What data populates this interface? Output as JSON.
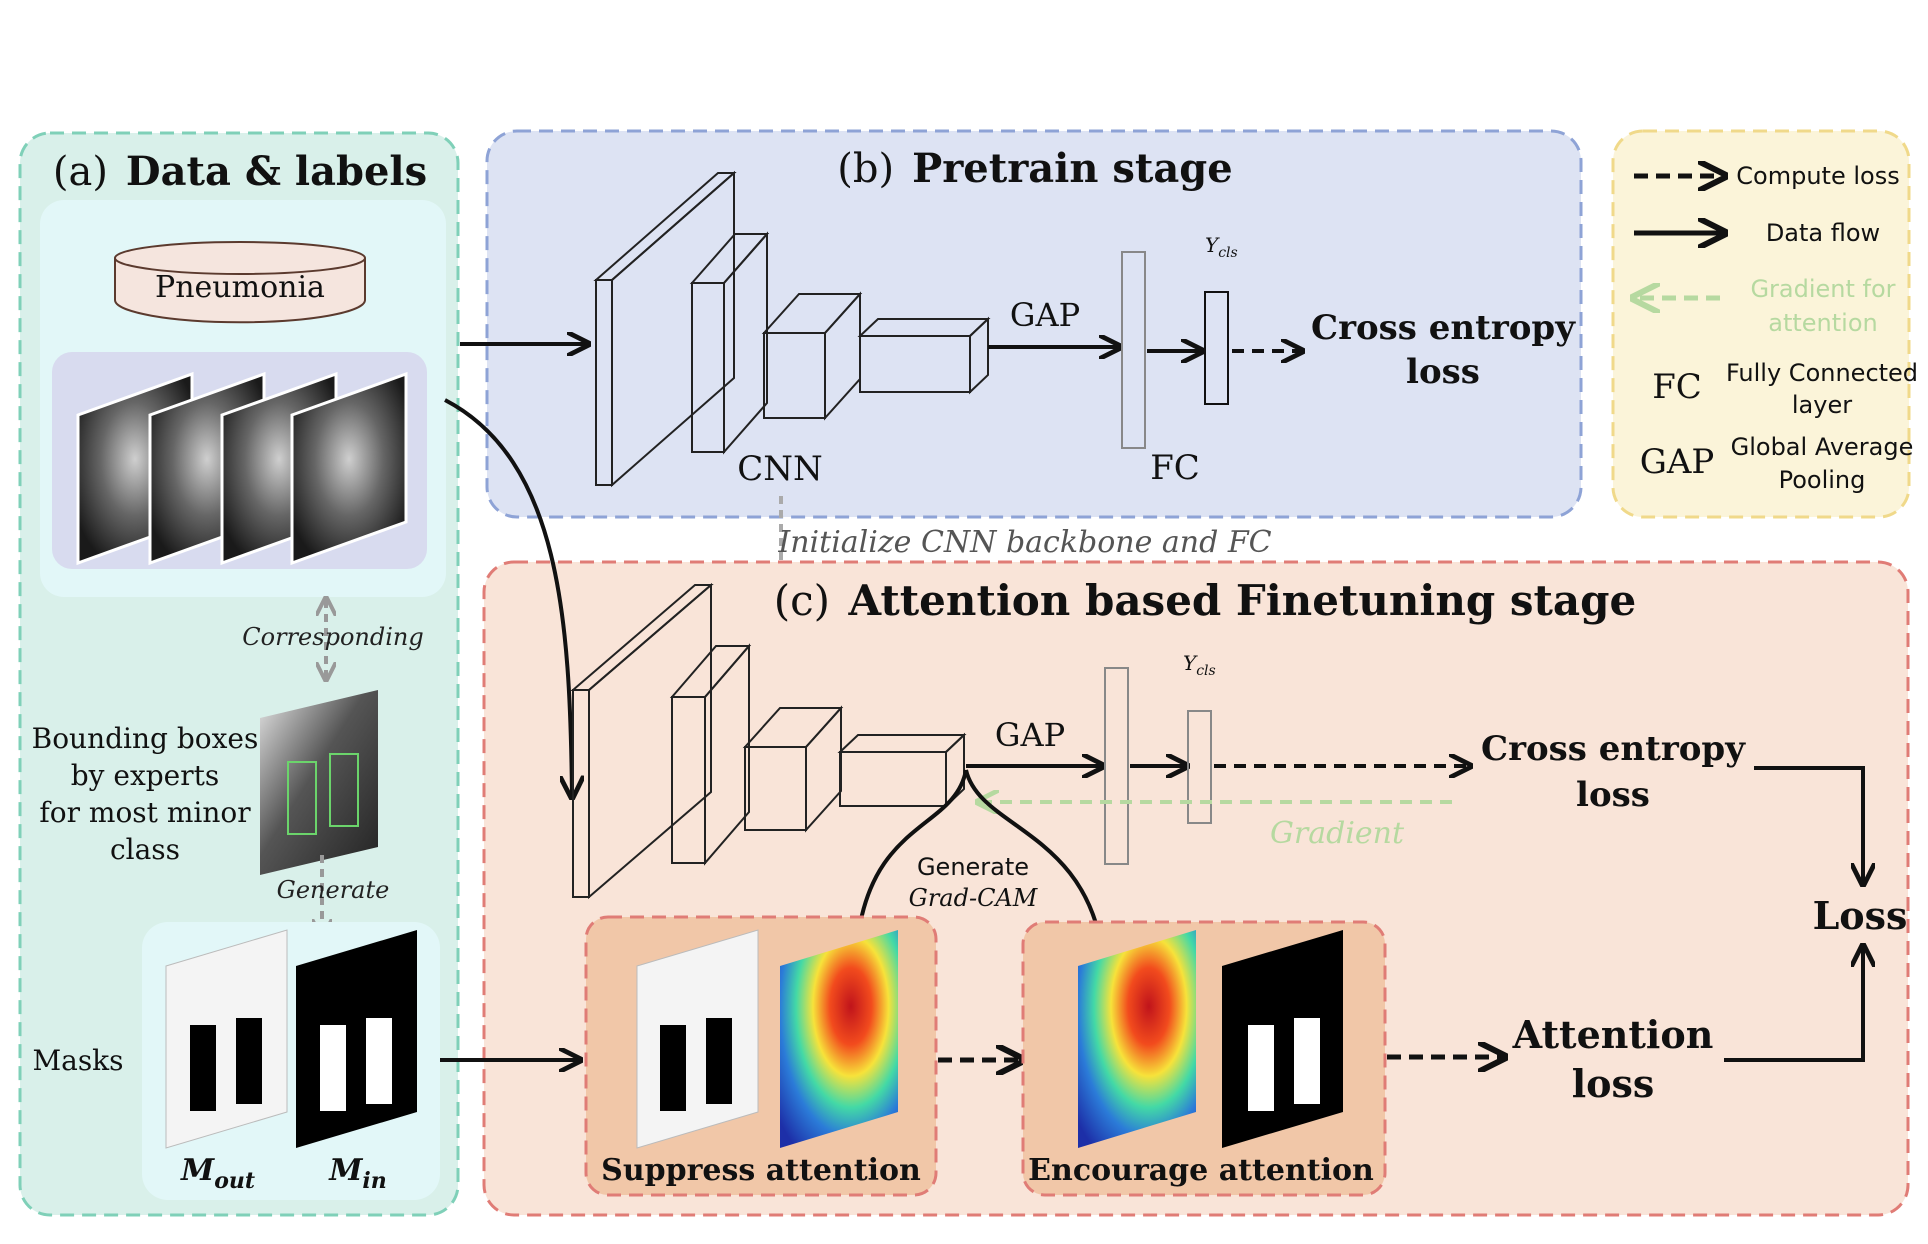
{
  "panels": {
    "data": {
      "prefix": "(a)",
      "title": "Data & labels"
    },
    "pretrain": {
      "prefix": "(b)",
      "title": "Pretrain stage"
    },
    "finetune": {
      "prefix": "(c)",
      "title": "Attention based Finetuning stage"
    }
  },
  "data_panel": {
    "database_label": "Pneumonia",
    "corresponding": "Corresponding",
    "bbox_label": [
      "Bounding boxes",
      "by experts",
      "for most minor",
      "class"
    ],
    "generate": "Generate",
    "masks_label": "Masks",
    "m_out": "M",
    "m_out_sub": "out",
    "m_in": "M",
    "m_in_sub": "in"
  },
  "pretrain_panel": {
    "cnn": "CNN",
    "gap": "GAP",
    "fc": "FC",
    "y": "Y",
    "y_sub": "cls",
    "loss_line1": "Cross entropy",
    "loss_line2": "loss"
  },
  "init_label": "Initialize CNN backbone and FC",
  "finetune_panel": {
    "gap": "GAP",
    "y": "Y",
    "y_sub": "cls",
    "ce_line1": "Cross entropy",
    "ce_line2": "loss",
    "gradient": "Gradient",
    "generate": "Generate",
    "gradcam": "Grad-CAM",
    "loss": "Loss",
    "att_line1": "Attention",
    "att_line2": "loss",
    "suppress": "Suppress attention",
    "encourage": "Encourage attention"
  },
  "legend": {
    "compute_loss": "Compute loss",
    "data_flow": "Data flow",
    "gradient_line1": "Gradient for",
    "gradient_line2": "attention",
    "fc_abbr": "FC",
    "fc_line1": "Fully Connected",
    "fc_line2": "layer",
    "gap_abbr": "GAP",
    "gap_line1": "Global Average",
    "gap_line2": "Pooling"
  },
  "colors": {
    "panel_a_fill": "#d9f0ea",
    "panel_a_stroke": "#7fd0b8",
    "panel_b_fill": "#dde3f3",
    "panel_b_stroke": "#8ea3d6",
    "panel_c_fill": "#f9e4d8",
    "panel_c_stroke": "#e07c76",
    "legend_fill": "#fbf4d9",
    "legend_stroke": "#f0d98a",
    "gradient_green": "#b6d9a0"
  }
}
